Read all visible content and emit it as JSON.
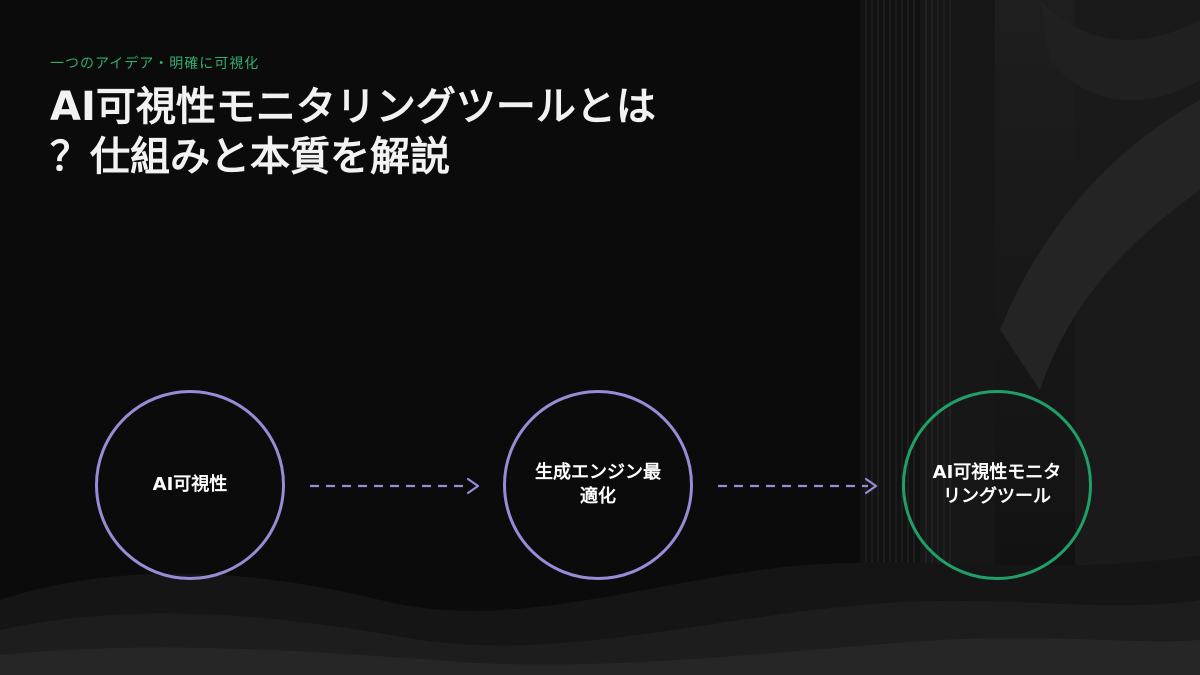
{
  "slide": {
    "eyebrow": "一つのアイデア・明確に可視化",
    "title_line1": "AI可視性モニタリングツールとは",
    "title_line2": "？仕組みと本質を解説"
  },
  "diagram": {
    "nodes": [
      {
        "label_line1": "AI可視性",
        "label_line2": "",
        "color": "#9b8ad6"
      },
      {
        "label_line1": "生成エンジン最",
        "label_line2": "適化",
        "color": "#9b8ad6"
      },
      {
        "label_line1": "AI可視性モニタ",
        "label_line2": "リングツール",
        "color": "#1fa066"
      }
    ],
    "edge_color": "#9b8ad6"
  }
}
